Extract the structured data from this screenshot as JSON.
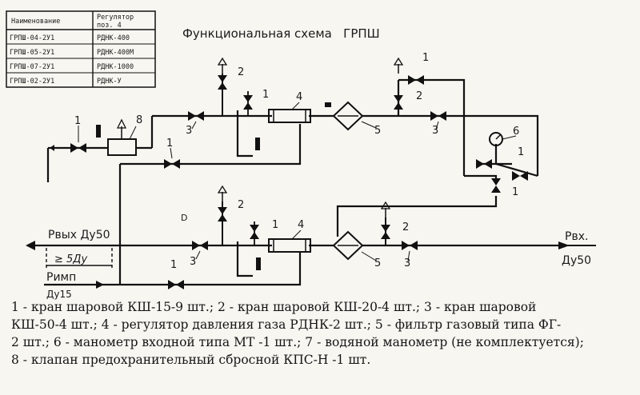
{
  "title": "Функциональная схема   ГРПШ",
  "table": {
    "headers": [
      "Наименование",
      "Регулятор поз. 4"
    ],
    "rows": [
      [
        "ГРПШ-04-2У1",
        "РДНК-400"
      ],
      [
        "ГРПШ-05-2У1",
        "РДНК-400М"
      ],
      [
        "ГРПШ-07-2У1",
        "РДНК-1000"
      ],
      [
        "ГРПШ-02-2У1",
        "РДНК-У"
      ]
    ]
  },
  "labels": {
    "outlet": "Рвых Ду50",
    "dim": "≥ 5Ду",
    "pimp": "Римп",
    "pimp_dn": "Ду15",
    "inlet": "Рвх.",
    "inlet_dn": "Ду50",
    "mark_d": "D"
  },
  "positions": [
    "1",
    "2",
    "3",
    "4",
    "5",
    "6",
    "8"
  ],
  "legend": [
    "1 - кран шаровой КШ-15-9 шт.; 2 - кран шаровой КШ-20-4 шт.; 3 - кран шаровой",
    "КШ-50-4 шт.; 4 - регулятор давления газа РДНК-2 шт.; 5 - фильтр газовый типа ФГ-",
    "2 шт.; 6 - манометр входной типа МТ -1 шт.; 7 - водяной манометр (не комплектуется);",
    "8 - клапан предохранительный сбросной КПС-Н -1 шт."
  ]
}
